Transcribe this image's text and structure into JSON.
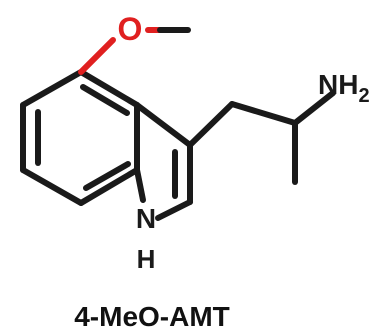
{
  "molecule": {
    "name": "4-MeO-AMT",
    "atoms": {
      "oxygen": "O",
      "amine": "NH",
      "amine_subscript": "2",
      "ring_nitrogen": "N",
      "ring_hydrogen": "H"
    }
  },
  "colors": {
    "bond": "#1a1a1a",
    "oxygen": "#e02020",
    "text": "#111111"
  }
}
